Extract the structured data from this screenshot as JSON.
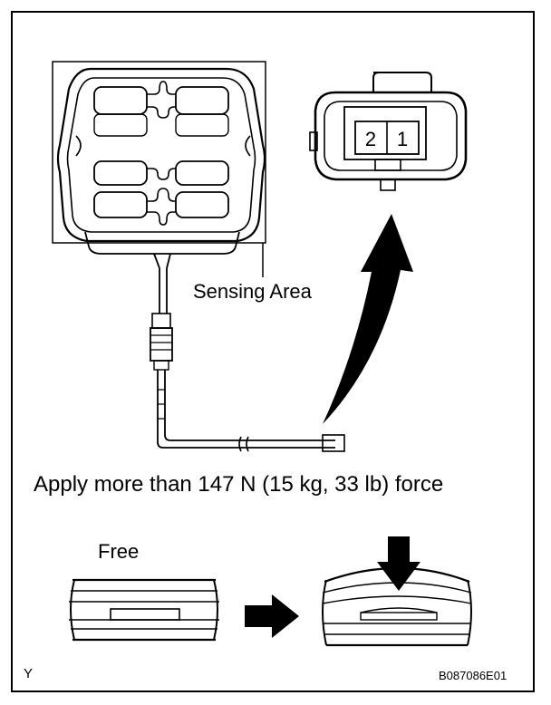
{
  "labels": {
    "sensing_area": "Sensing Area",
    "instruction": "Apply more than 147 N (15 kg, 33 lb) force",
    "free": "Free",
    "corner_mark": "Y",
    "figure_code": "B087086E01"
  },
  "connector": {
    "pins": [
      "2",
      "1"
    ]
  },
  "icons": [
    "sensor-mat-icon",
    "connector-icon",
    "curved-arrow-icon",
    "right-arrow-icon",
    "down-arrow-icon"
  ]
}
